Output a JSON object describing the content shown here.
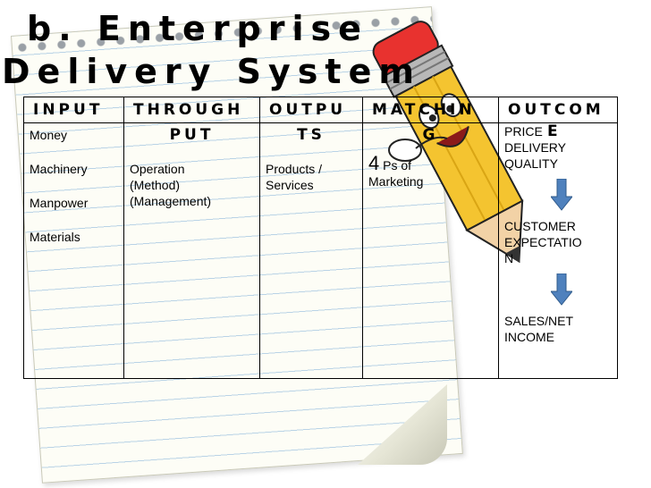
{
  "title": {
    "line1": "b. Enterprise",
    "line2": "Delivery System"
  },
  "columns": [
    {
      "header": "INPUT",
      "cont": ""
    },
    {
      "header": "THROUGH",
      "cont": "PUT"
    },
    {
      "header": "OUTPU",
      "cont": "TS"
    },
    {
      "header": "MATCHIN",
      "cont": "G"
    },
    {
      "header": "OUTCOM",
      "cont": "E"
    }
  ],
  "input": [
    "Money",
    "Machinery",
    "Manpower",
    "Materials"
  ],
  "throughput": [
    "Operation",
    "(Method)",
    "(Management)"
  ],
  "outputs": [
    "Products /",
    "Services"
  ],
  "matching": {
    "number": "4",
    "text1": "Ps of",
    "text2": "Marketing"
  },
  "outcome": {
    "line1": "PRICE",
    "line2": "DELIVERY",
    "line3": "QUALITY",
    "mid1": "CUSTOMER",
    "mid2": "EXPECTATIO",
    "mid3": "N",
    "end1": "SALES/NET",
    "end2": "INCOME"
  },
  "colors": {
    "arrow_fill": "#4f81bd",
    "arrow_stroke": "#2f5a8a",
    "lines": "#b9d3e6"
  },
  "icons": [
    "pencil-mascot-icon",
    "down-arrow-icon"
  ]
}
